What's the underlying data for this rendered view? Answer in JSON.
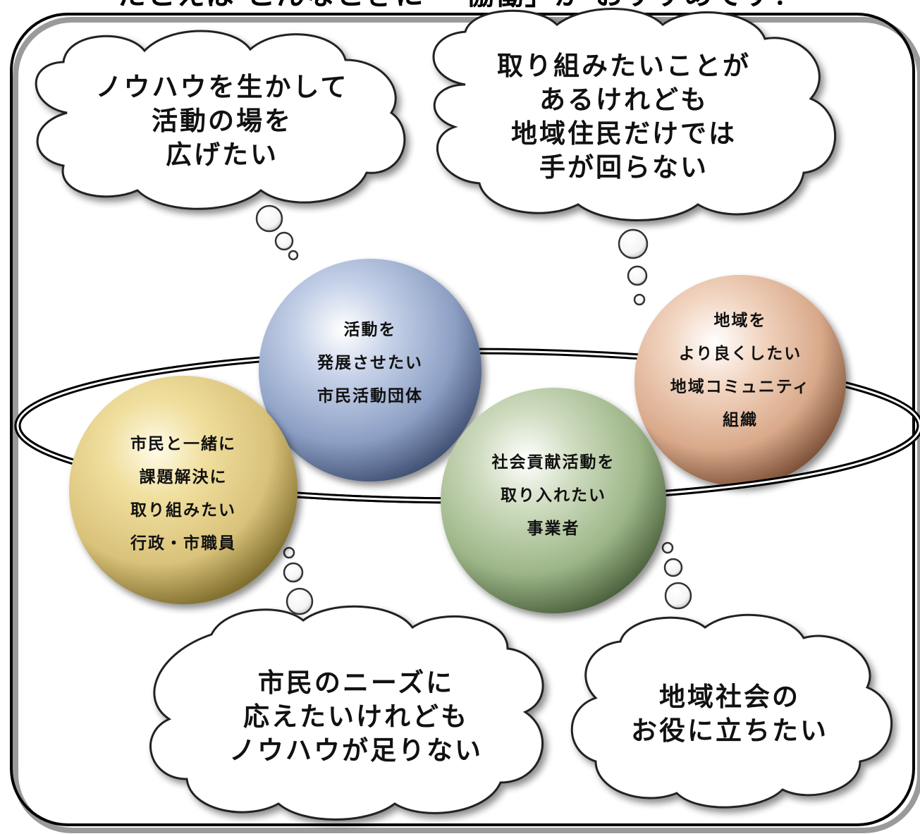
{
  "heading": "たとえば こんなときに 「協働」が おすすめです！",
  "thoughts": [
    {
      "id": "top-left",
      "lines": [
        "ノウハウを生かして",
        "活動の場を",
        "広げたい"
      ]
    },
    {
      "id": "top-right",
      "lines": [
        "取り組みたいことが",
        "あるけれども",
        "地域住民だけでは",
        "手が回らない"
      ]
    },
    {
      "id": "bottom-left",
      "lines": [
        "市民のニーズに",
        "応えたいけれども",
        "ノウハウが足りない"
      ]
    },
    {
      "id": "bottom-right",
      "lines": [
        "地域社会の",
        "お役に立ちたい"
      ]
    }
  ],
  "actors": [
    {
      "id": "citizen-group",
      "color": "#8c9fc4",
      "lines": [
        "活動を",
        "発展させたい",
        "市民活動団体"
      ]
    },
    {
      "id": "community",
      "color": "#d9a98a",
      "lines": [
        "地域を",
        "より良くしたい",
        "地域コミュニティ",
        "組織"
      ]
    },
    {
      "id": "government",
      "color": "#d9c27a",
      "lines": [
        "市民と一緒に",
        "課題解決に",
        "取り組みたい",
        "行政・市職員"
      ]
    },
    {
      "id": "business",
      "color": "#9cb587",
      "lines": [
        "社会貢献活動を",
        "取り入れたい",
        "事業者"
      ]
    }
  ]
}
